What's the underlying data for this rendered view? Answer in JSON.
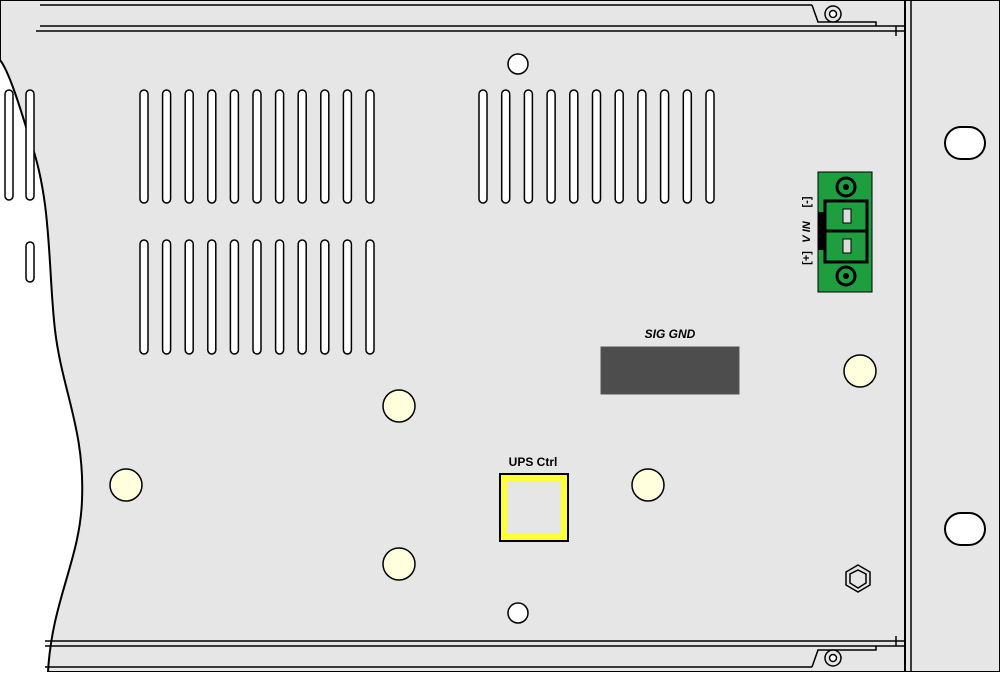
{
  "labels": {
    "sig_gnd": "SIG GND",
    "ups_ctrl": "UPS Ctrl",
    "vin": "V IN",
    "vin_plus": "[+]",
    "vin_minus": "[-]"
  },
  "colors": {
    "panel": "#e6e6e6",
    "outline": "#000000",
    "sig_gnd_block": "#4d4d4d",
    "ups_port": "#ffff33",
    "terminal_green": "#1f9e3f",
    "led_fill": "#ffffdd"
  },
  "icons": {
    "mounting_hole": "oval-slot",
    "screw": "hex-nut",
    "led": "round-lamp"
  }
}
